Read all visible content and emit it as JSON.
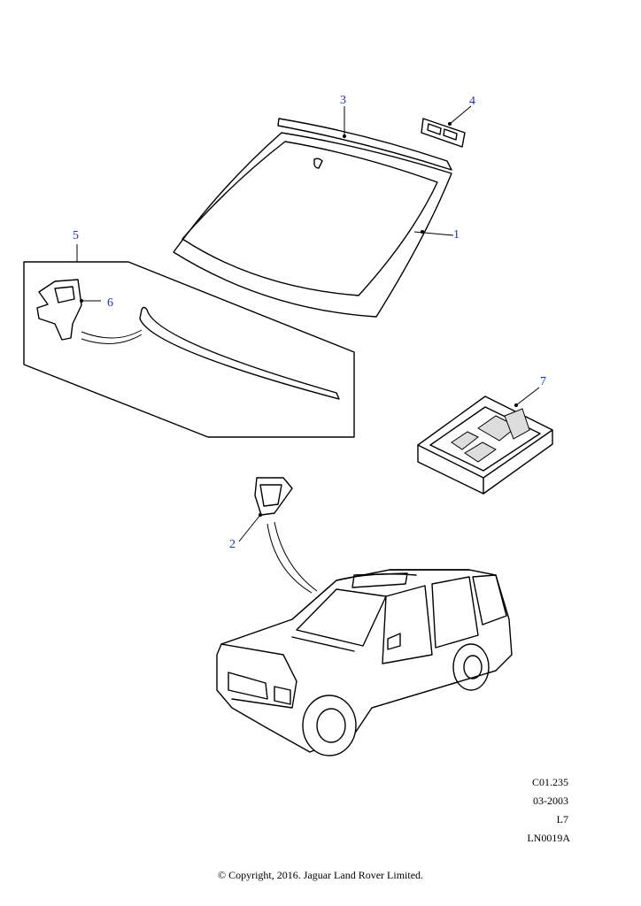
{
  "callouts": {
    "windscreen": "1",
    "mirror_bracket": "2",
    "top_finisher": "3",
    "clip": "4",
    "kit": "5",
    "kit_clip": "6",
    "repair_kit": "7"
  },
  "reference": {
    "code": "C01.235",
    "date": "03-2003",
    "model": "L7",
    "drawing": "LN0019A"
  },
  "copyright": "© Copyright, 2016. Jaguar Land Rover Limited.",
  "colors": {
    "callout": "#1a2fd6",
    "line": "#000000",
    "background": "#ffffff"
  }
}
